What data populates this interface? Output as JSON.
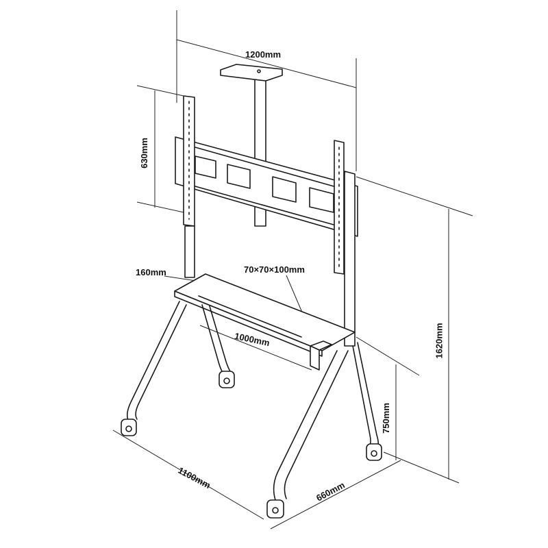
{
  "dimensions": {
    "width": "1200mm",
    "mount_height": "630mm",
    "shelf_depth": "160mm",
    "camera_box": "70×70×100mm",
    "shelf_width": "1000mm",
    "total_height": "1620mm",
    "shelf_height": "750mm",
    "base_width": "1100mm",
    "base_depth": "660mm"
  }
}
